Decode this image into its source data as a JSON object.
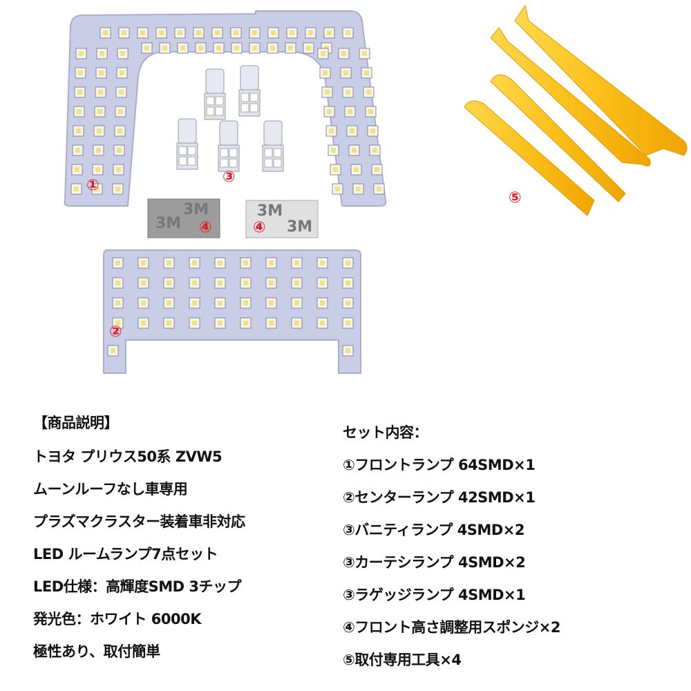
{
  "labels": {
    "front": "①",
    "bulbs": "③",
    "pad_left": "④",
    "pad_right": "④",
    "center": "②",
    "tools": "⑤",
    "pad_brand": "3M"
  },
  "description": {
    "heading": "【商品説明】",
    "lines": [
      "トヨタ プリウス50系 ZVW5",
      "ムーンルーフなし車専用",
      "プラズマクラスター装着車非対応",
      "LED ルームランプ7点セット",
      "LED仕様：高輝度SMD 3チップ",
      "発光色：ホワイト 6000K",
      "極性あり、取付簡単"
    ]
  },
  "set_contents": {
    "heading": "セット内容：",
    "items": [
      "①フロントランプ 64SMD×1",
      "②センターランプ 42SMD×1",
      "③バニティランプ 4SMD×2",
      "③カーテシランプ 4SMD×2",
      "③ラゲッジランプ 4SMD×1",
      "④フロント高さ調整用スポンジ×2",
      "⑤取付専用工具×4"
    ]
  },
  "colors": {
    "label": "#e8141e",
    "panel": "#c9cde6",
    "tool": "#fbbf1a"
  }
}
